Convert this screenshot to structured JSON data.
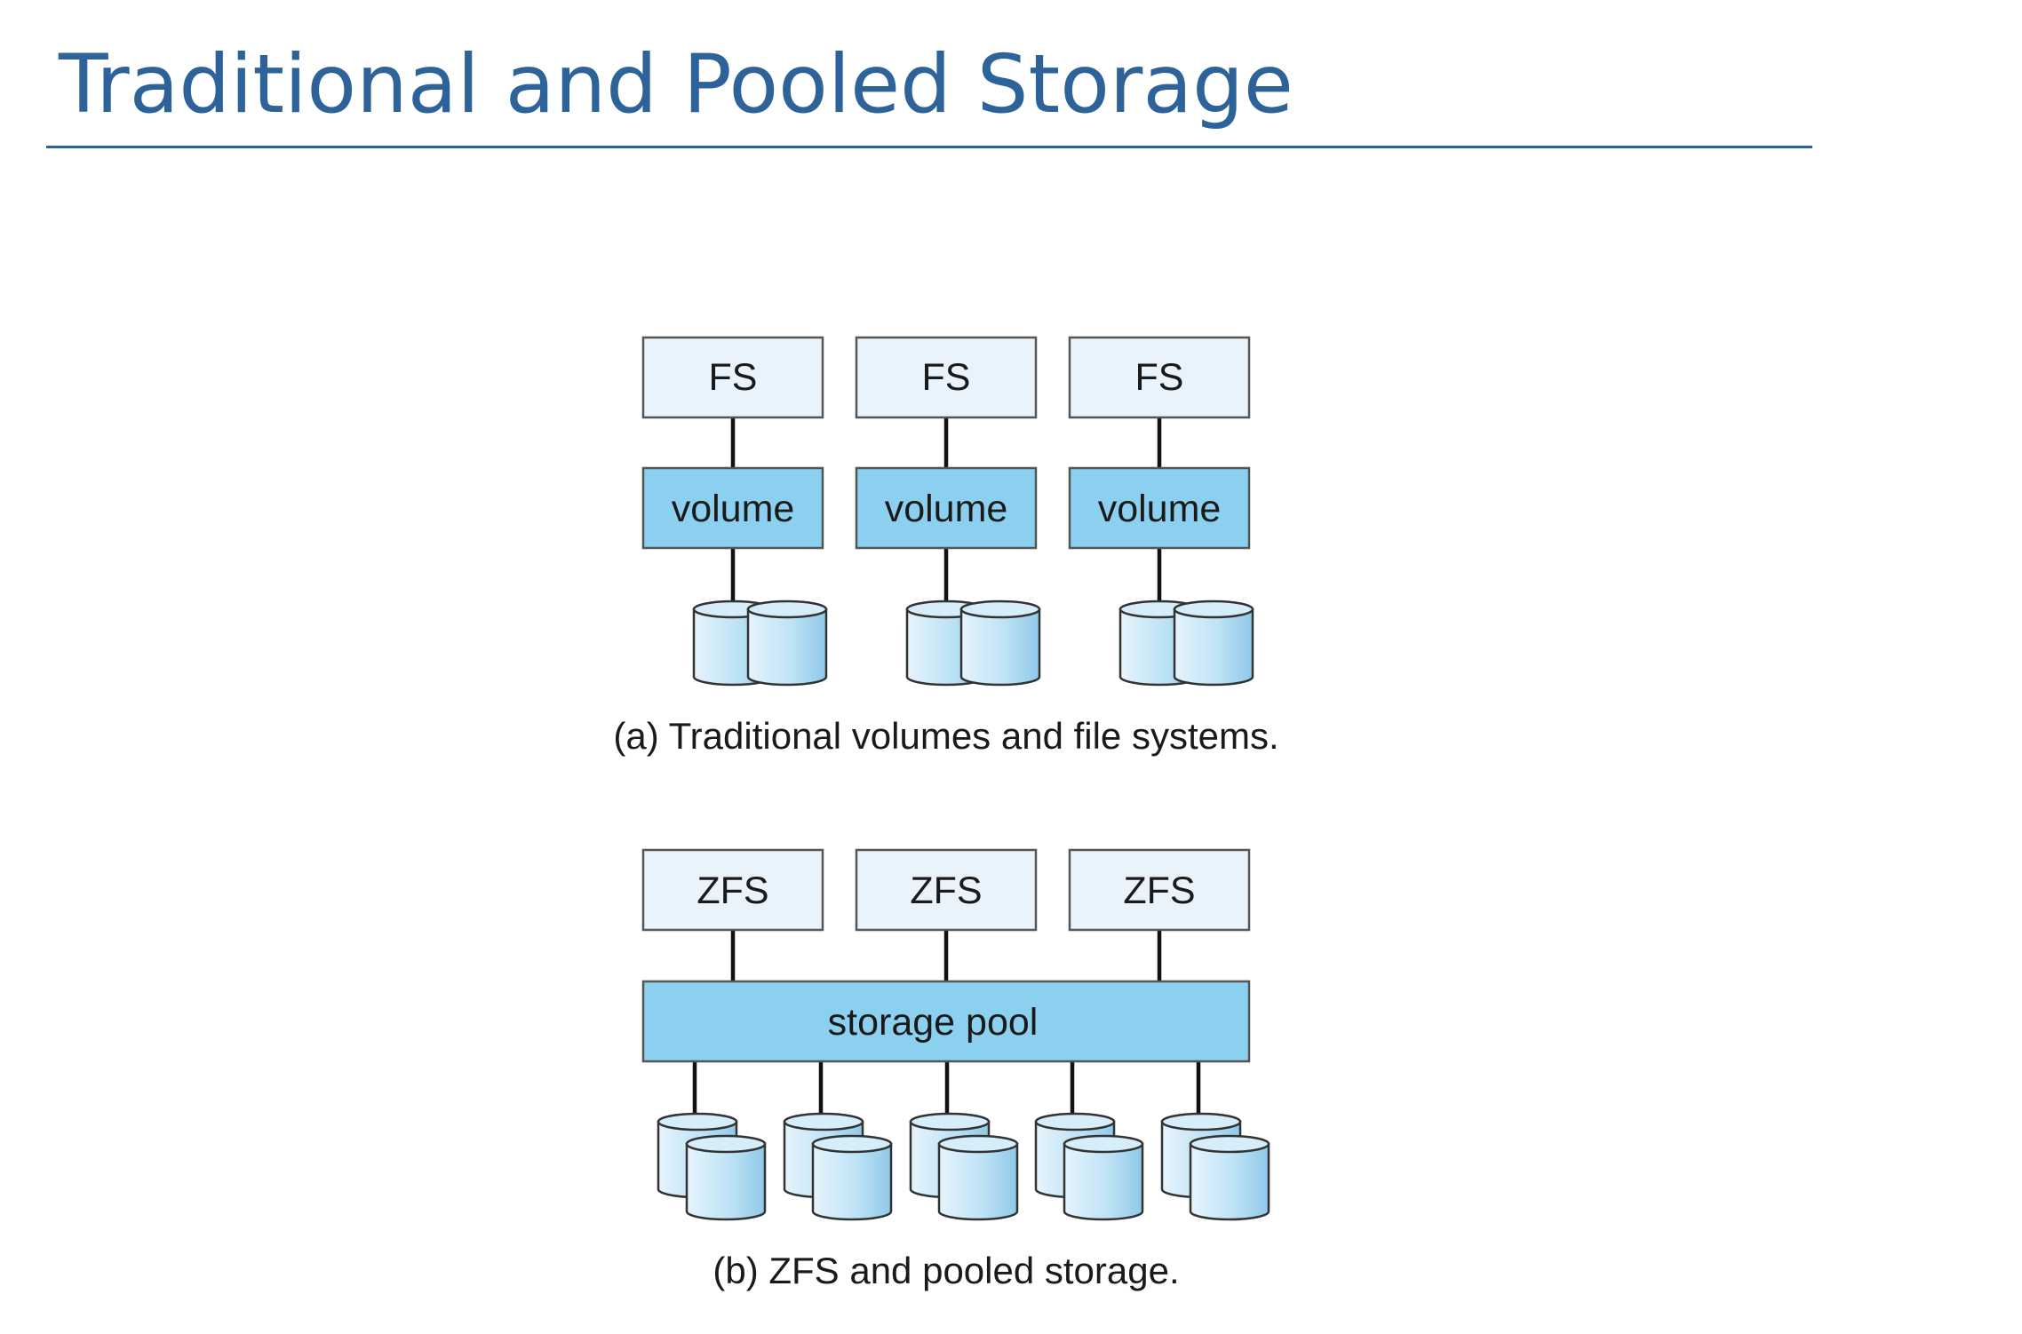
{
  "slide": {
    "title": "Traditional and Pooled Storage"
  },
  "traditional": {
    "fs_labels": [
      "FS",
      "FS",
      "FS"
    ],
    "volume_labels": [
      "volume",
      "volume",
      "volume"
    ],
    "caption": "(a) Traditional volumes and file systems."
  },
  "pooled": {
    "zfs_labels": [
      "ZFS",
      "ZFS",
      "ZFS"
    ],
    "pool_label": "storage pool",
    "caption": "(b) ZFS and pooled storage."
  },
  "colors": {
    "title": "#2e6399",
    "fs_box": "#e9f3fb",
    "volume_box": "#8cd0f0",
    "disk": "#bfe3f6"
  }
}
